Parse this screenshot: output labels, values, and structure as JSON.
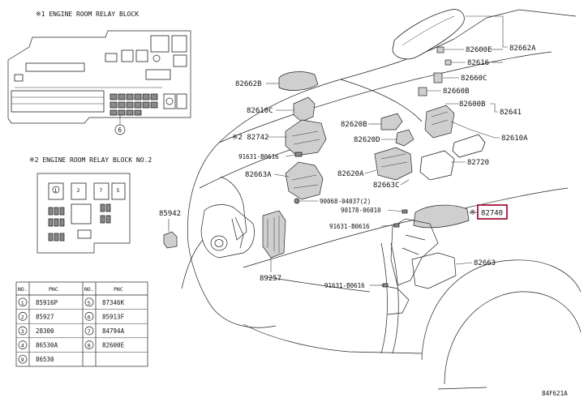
{
  "inset1": {
    "title": "※1 ENGINE ROOM RELAY BLOCK",
    "callout_index": "6"
  },
  "inset2": {
    "title": "※2 ENGINE ROOM RELAY BLOCK NO.2",
    "slot_numbers": [
      "1",
      "2",
      "7",
      "5"
    ]
  },
  "pnc_table": {
    "header_no": "NO.",
    "header_pnc": "PNC",
    "rows": [
      {
        "no": "1",
        "pnc": "85916P",
        "no2": "5",
        "pnc2": "87346K"
      },
      {
        "no": "2",
        "pnc": "85927",
        "no2": "6",
        "pnc2": "85913F"
      },
      {
        "no": "3",
        "pnc": "28300",
        "no2": "7",
        "pnc2": "84794A"
      },
      {
        "no": "4",
        "pnc": "86530A",
        "no2": "8",
        "pnc2": "82600E"
      },
      {
        "no": "9",
        "pnc": "86530",
        "no2": "",
        "pnc2": ""
      }
    ]
  },
  "parts": {
    "p82662A": "82662A",
    "p82600E": "82600E",
    "p82616": "82616",
    "p82660C": "82660C",
    "p82662B": "82662B",
    "p82660B": "82660B",
    "p82600B": "82600B",
    "p82641": "82641",
    "p82610C": "82610C",
    "p82620B": "82620B",
    "p82742": "※2 82742",
    "p82620D": "82620D",
    "p82610A": "82610A",
    "p91631_1": "91631-B0616",
    "p82720": "82720",
    "p82663A": "82663A",
    "p82620A": "82620A",
    "p82663C": "82663C",
    "p90068": "90068-04037(2)",
    "p85942": "85942",
    "p90178": "90178-06010",
    "p82740_mark": "※",
    "p82740": "82740",
    "p91631_2": "91631-B0616",
    "p89257": "89257",
    "p82663": "82663",
    "p91631_3": "91631-B0616"
  },
  "diagram_code": "84F621A",
  "highlight_color": "#a8163a"
}
